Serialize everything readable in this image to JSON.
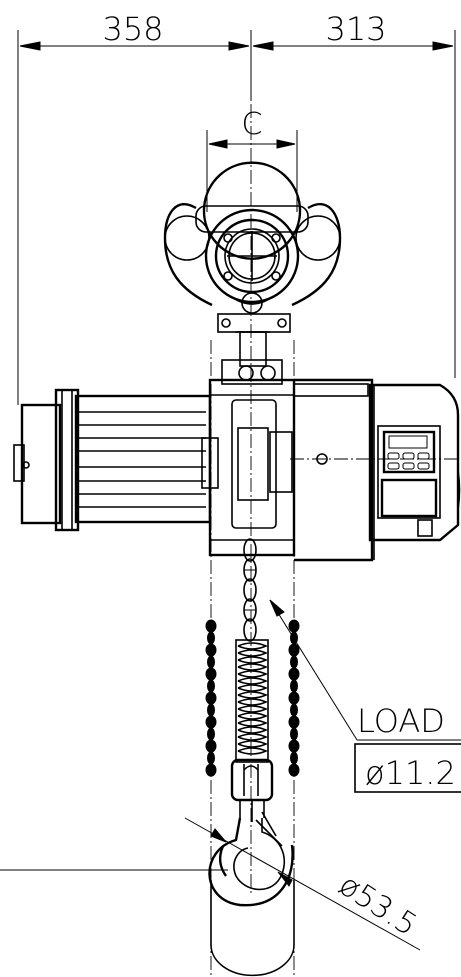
{
  "dimensions": {
    "left_width": "358",
    "right_width": "313",
    "c_label": "C"
  },
  "callouts": {
    "load_label": "LOAD",
    "chain_diameter": "ø11.2",
    "hook_diameter": "ø53.5"
  },
  "controller": {
    "keypad_buttons": 6
  }
}
